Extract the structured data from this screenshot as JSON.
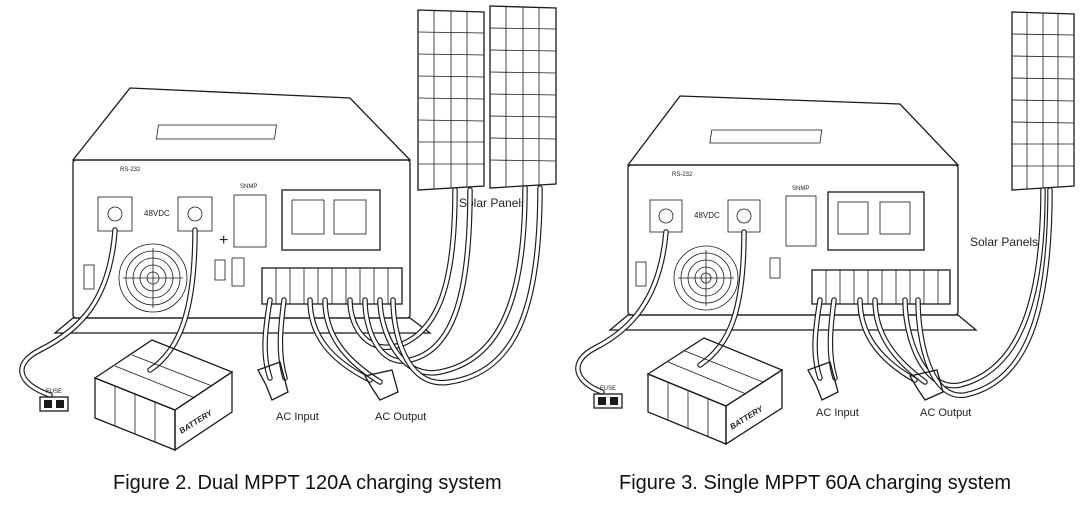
{
  "figures": [
    {
      "caption": "Figure 2. Dual MPPT 120A charging system",
      "labels": {
        "solar": "Solar Panels",
        "ac_input": "AC Input",
        "ac_output": "AC Output",
        "battery": "BATTERY",
        "fuse": "FUSE",
        "voltage": "48VDC",
        "port": "RS-232",
        "snmp": "SNMP"
      }
    },
    {
      "caption": "Figure 3. Single MPPT 60A charging system",
      "labels": {
        "solar": "Solar Panels",
        "ac_input": "AC Input",
        "ac_output": "AC Output",
        "battery": "BATTERY",
        "fuse": "FUSE",
        "voltage": "48VDC",
        "port": "RS-232",
        "snmp": "SNMP"
      }
    }
  ],
  "colors": {
    "ink": "#1a1a1a",
    "background": "#ffffff"
  }
}
